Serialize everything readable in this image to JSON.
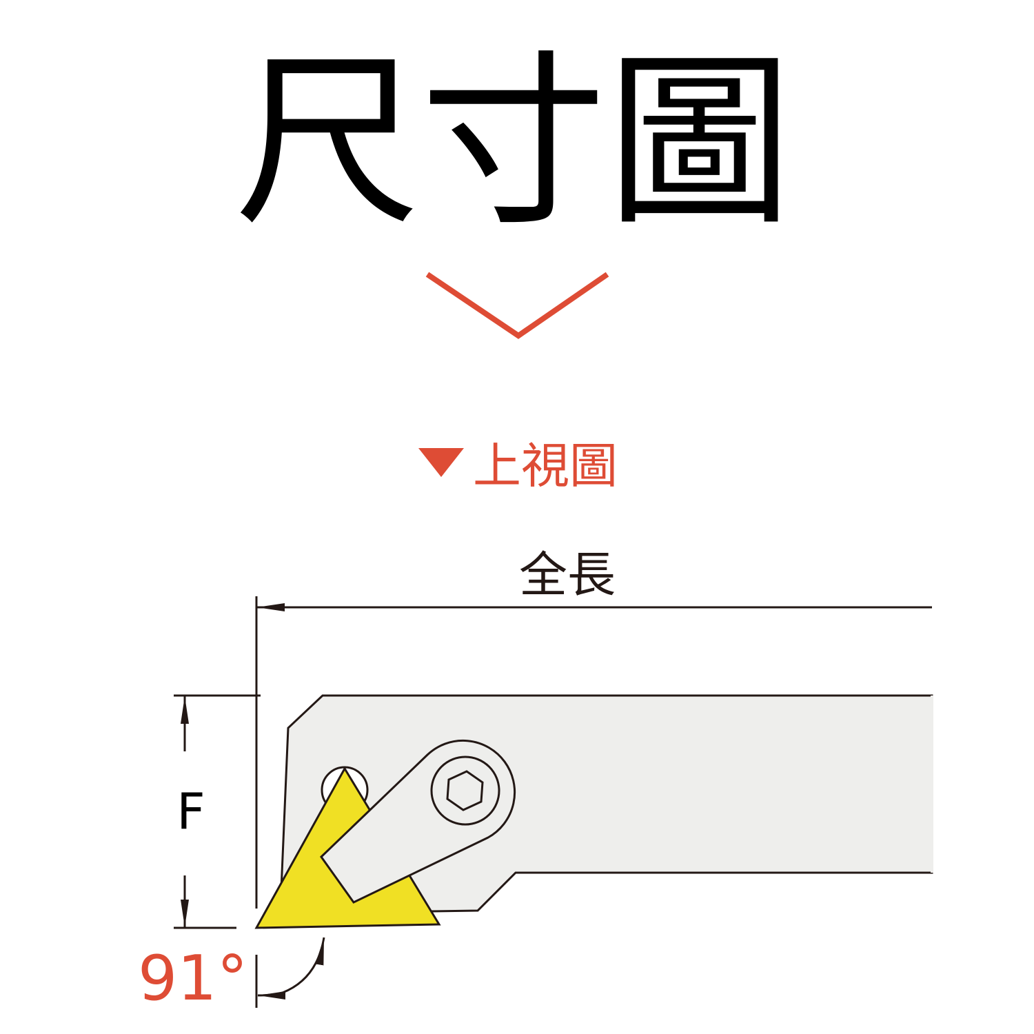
{
  "title": "尺寸圖",
  "section_label": "上視圖",
  "dimensions": {
    "overall_length_label": "全長",
    "f_label": "F",
    "angle_label": "91°"
  },
  "colors": {
    "accent": "#de4c35",
    "insert": "#f0e024",
    "body": "#eeeeec",
    "line": "#231815"
  }
}
